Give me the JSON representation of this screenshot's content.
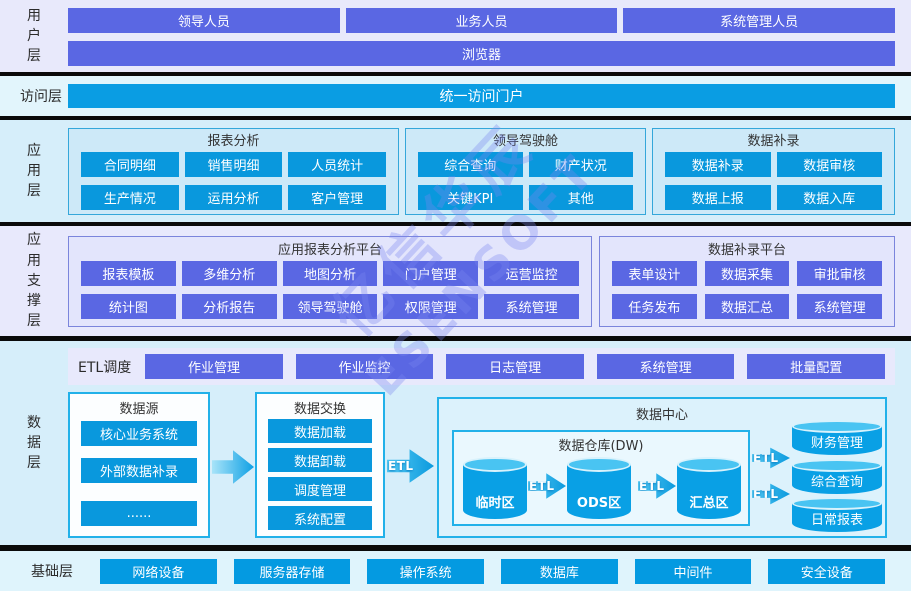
{
  "watermark": {
    "line1": "亿信华辰",
    "line2": "ESENSOFT"
  },
  "colors": {
    "purple_button": "#5a67e3",
    "blue_button": "#0998dd",
    "portal_bar": "#0a9de3",
    "cylinder_body": "#09a0e5",
    "cylinder_top": "#49c4f2",
    "app_group_bg": "#cde9f8",
    "support_group_bg": "#e3e5fc",
    "band_purple": "#e8e9fb",
    "band_blue": "#d6eefa",
    "separator": "#0a0a0a"
  },
  "layers": {
    "users": {
      "label": "用户层",
      "roles": [
        "领导人员",
        "业务人员",
        "系统管理人员"
      ],
      "browser": "浏览器"
    },
    "access": {
      "label": "访问层",
      "portal": "统一访问门户"
    },
    "app": {
      "label": "应用层",
      "groups": [
        {
          "title": "报表分析",
          "items": [
            "合同明细",
            "销售明细",
            "人员统计",
            "生产情况",
            "运用分析",
            "客户管理"
          ]
        },
        {
          "title": "领导驾驶舱",
          "items": [
            "综合查询",
            "财产状况",
            "关键KPI",
            "其他"
          ]
        },
        {
          "title": "数据补录",
          "items": [
            "数据补录",
            "数据审核",
            "数据上报",
            "数据入库"
          ]
        }
      ]
    },
    "support": {
      "label": "应用支撑层",
      "groups": [
        {
          "title": "应用报表分析平台",
          "items": [
            "报表模板",
            "多维分析",
            "地图分析",
            "门户管理",
            "运营监控",
            "统计图",
            "分析报告",
            "领导驾驶舱",
            "权限管理",
            "系统管理"
          ]
        },
        {
          "title": "数据补录平台",
          "items": [
            "表单设计",
            "数据采集",
            "审批审核",
            "任务发布",
            "数据汇总",
            "系统管理"
          ]
        }
      ]
    },
    "data": {
      "label": "数据层",
      "etl_strip": {
        "label": "ETL调度",
        "items": [
          "作业管理",
          "作业监控",
          "日志管理",
          "系统管理",
          "批量配置"
        ]
      },
      "source": {
        "title": "数据源",
        "items": [
          "核心业务系统",
          "外部数据补录",
          "......"
        ]
      },
      "exchange": {
        "title": "数据交换",
        "items": [
          "数据加载",
          "数据卸载",
          "调度管理",
          "系统配置"
        ]
      },
      "center": {
        "title": "数据中心",
        "dw_title": "数据仓库(DW)",
        "dw_items": [
          "临时区",
          "ODS区",
          "汇总区"
        ],
        "outputs": [
          "财务管理",
          "综合查询",
          "日常报表"
        ]
      },
      "etl_label": "ETL"
    },
    "base": {
      "label": "基础层",
      "items": [
        "网络设备",
        "服务器存储",
        "操作系统",
        "数据库",
        "中间件",
        "安全设备"
      ]
    }
  }
}
